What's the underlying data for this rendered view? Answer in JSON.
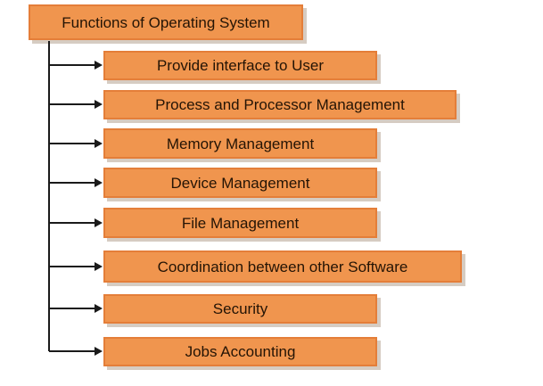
{
  "diagram": {
    "title": "Functions of Operating System",
    "items": [
      {
        "label": "Provide interface to User"
      },
      {
        "label": "Process and Processor Management"
      },
      {
        "label": "Memory Management"
      },
      {
        "label": "Device Management"
      },
      {
        "label": "File Management"
      },
      {
        "label": "Coordination between other Software"
      },
      {
        "label": "Security"
      },
      {
        "label": "Jobs Accounting"
      }
    ],
    "colors": {
      "box_fill": "#F0954E",
      "box_border": "#E47E39",
      "shadow": "#D6CCC2",
      "connector": "#1a1a1a",
      "text": "#241405"
    }
  }
}
